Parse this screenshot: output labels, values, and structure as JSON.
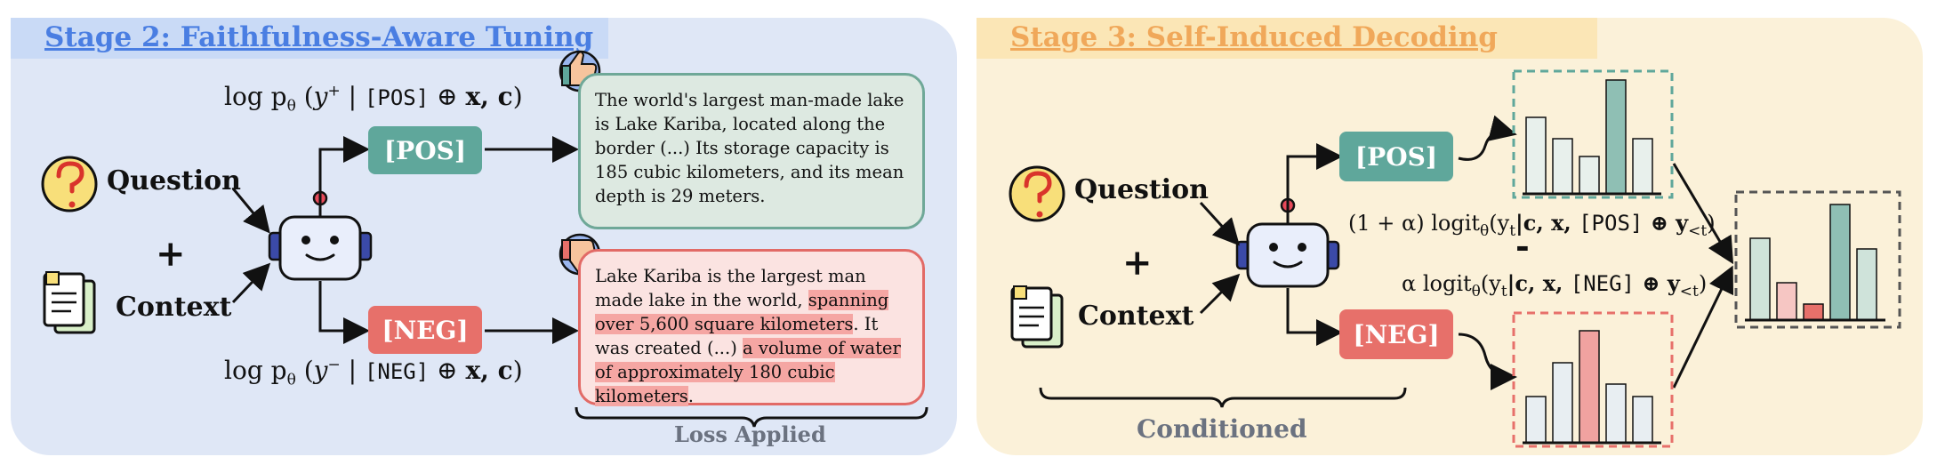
{
  "colors": {
    "left_panel_bg": "#dfe7f6",
    "right_panel_bg": "#fbf1d9",
    "left_title": "#4a7ee2",
    "right_title": "#f0a85a",
    "pos_green": "#5fa79b",
    "neg_red": "#e7706a",
    "highlight": "#f5a6a3"
  },
  "stage2": {
    "title": "Stage 2: Faithfulness-Aware Tuning",
    "question_label": "Question",
    "plus": "+",
    "context_label": "Context",
    "pos_tag": "[POS]",
    "neg_tag": "[NEG]",
    "pos_formula": {
      "lhs": "log p",
      "sub": "θ",
      "y": "y",
      "sup": "+",
      "tag": "[POS]",
      "rest": "x, c"
    },
    "neg_formula": {
      "lhs": "log p",
      "sub": "θ",
      "y": "y",
      "sup": "−",
      "tag": "[NEG]",
      "rest": "x, c"
    },
    "pos_text": "The world's largest man-made lake is Lake Kariba, located along the border (...) Its storage capacity is 185 cubic kilometers, and its mean depth is 29 meters.",
    "neg_text": {
      "p1": "Lake Kariba is the largest man made lake in the world, ",
      "h1": "spanning over 5,600 square kilometers",
      "p2": ". It was created (...) ",
      "h2": "a volume of water of approximately 180 cubic kilometers",
      "p3": "."
    },
    "caption": "Loss Applied",
    "icons": [
      "question-icon",
      "document-icon",
      "robot-icon",
      "thumbs-up-icon",
      "thumbs-down-icon"
    ]
  },
  "stage3": {
    "title": "Stage 3: Self-Induced Decoding",
    "question_label": "Question",
    "plus": "+",
    "context_label": "Context",
    "pos_tag": "[POS]",
    "neg_tag": "[NEG]",
    "formula_pos": {
      "coef": "(1 + α) logit",
      "sub": "θ",
      "body": "(y",
      "t": "t",
      "ctx": "|c, x, ",
      "tag": "[POS]",
      "oplus": " ⊕ y",
      "lt": "<t",
      "close": ")"
    },
    "minus": "-",
    "formula_neg": {
      "coef": "α logit",
      "sub": "θ",
      "body": "(y",
      "t": "t",
      "ctx": "|c, x, ",
      "tag": "[NEG]",
      "oplus": " ⊕ y",
      "lt": "<t",
      "close": ")"
    },
    "caption": "Conditioned",
    "icons": [
      "question-icon",
      "document-icon",
      "robot-icon"
    ]
  }
}
